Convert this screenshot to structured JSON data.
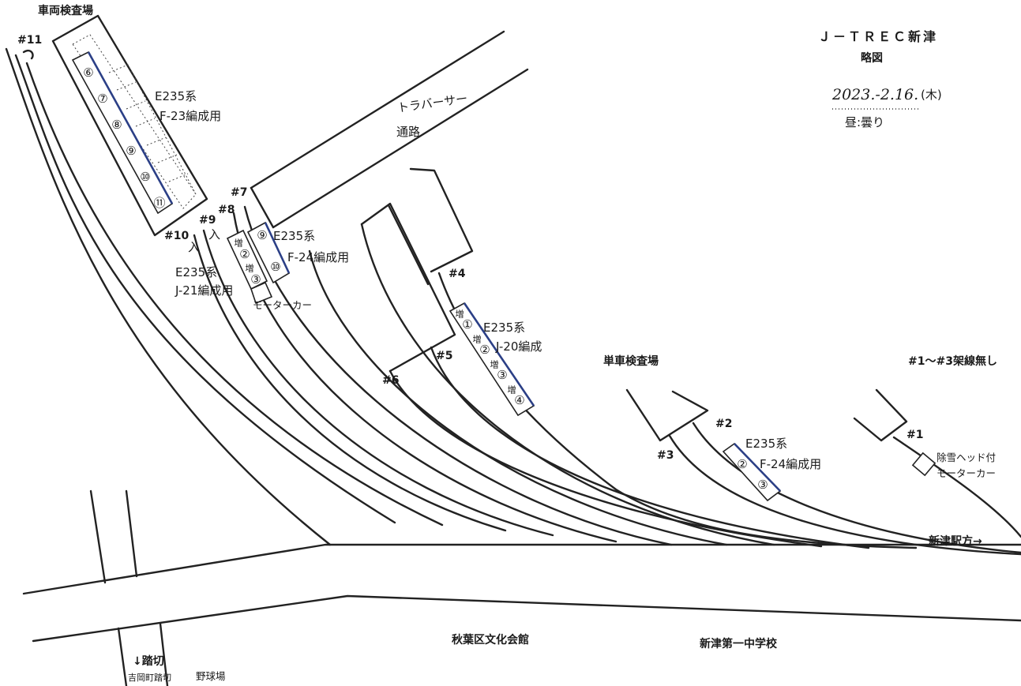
{
  "header": {
    "title": "Ｊ－ＴＲＥＣ新津",
    "subtitle": "略図",
    "date": "2023.-2.16.",
    "weekday": "(木)",
    "weather": "昼:曇り"
  },
  "facilities": {
    "inspection_shed": "車両検査場",
    "single_inspection_shed": "単車検査場",
    "traverser_path_1": "トラバーサー",
    "traverser_path_2": "通路",
    "no_catenary_note": "#1～#3架線無し",
    "station_direction": "新津駅方→",
    "culture_hall": "秋葉区文化会館",
    "junior_high": "新津第一中学校",
    "crossing": "↓踏切",
    "crossing_name": "吉岡町踏切",
    "ballpark": "野球場"
  },
  "tracks": {
    "t1": "#1",
    "t2": "#2",
    "t3": "#3",
    "t4": "#4",
    "t5": "#5",
    "t6": "#6",
    "t7": "#7",
    "t8": "#8",
    "t9": "#9",
    "t10": "#10",
    "t11": "#11",
    "entry_9": "入",
    "entry_10": "入"
  },
  "trains": {
    "f23": {
      "series": "E235系",
      "formation": "F-23編成用",
      "cars": [
        "⑥",
        "⑦",
        "⑧",
        "⑨",
        "⑩",
        "⑪"
      ]
    },
    "j21": {
      "series": "E235系",
      "formation": "J-21編成用",
      "cars": [
        {
          "mark": "増",
          "num": "②"
        },
        {
          "mark": "増",
          "num": "③"
        }
      ],
      "motor_car": "モーターカー"
    },
    "f24_track8": {
      "series": "E235系",
      "formation": "F-24編成用",
      "cars": [
        "⑨",
        "⑩"
      ]
    },
    "j20": {
      "series": "E235系",
      "formation": "J-20編成",
      "cars": [
        {
          "mark": "増",
          "num": "①"
        },
        {
          "mark": "増",
          "num": "②"
        },
        {
          "mark": "増",
          "num": "③"
        },
        {
          "mark": "増",
          "num": "④"
        }
      ]
    },
    "f24_track2": {
      "series": "E235系",
      "formation": "F-24編成用",
      "cars": [
        "②",
        "③"
      ]
    },
    "snow_car": {
      "line1": "除雪ヘッド付",
      "line2": "モーターカー"
    }
  }
}
